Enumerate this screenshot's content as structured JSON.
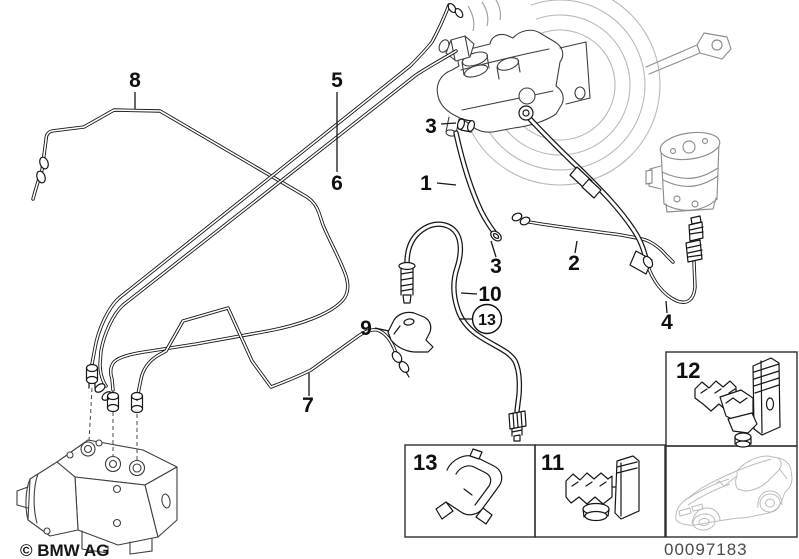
{
  "diagram": {
    "kind": "parts-diagram",
    "callouts": {
      "c1": "1",
      "c2": "2",
      "c3_upper": "3",
      "c3_lower": "3",
      "c4": "4",
      "c5": "5",
      "c6": "6",
      "c7": "7",
      "c8": "8",
      "c9": "9",
      "c10": "10",
      "c13_circled": "13"
    },
    "inset_boxes": {
      "box12_label": "12",
      "box13_label": "13",
      "box11_label": "11"
    },
    "watermark": "© BMW AG",
    "image_number": "00097183",
    "colors": {
      "primary_line": "#161616",
      "secondary_line": "#8d8d8d",
      "ghost_line": "#b9b9b9",
      "image_number_text": "#4a4a4a",
      "background": "#ffffff"
    }
  }
}
